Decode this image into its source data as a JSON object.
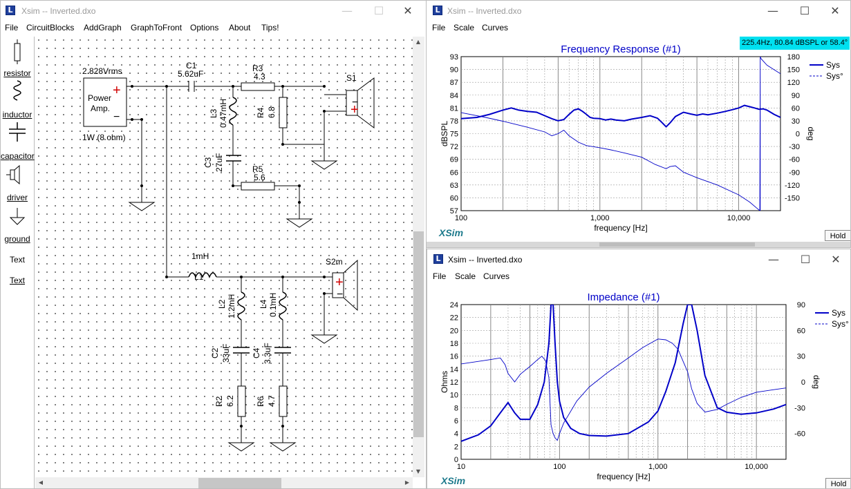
{
  "windows": {
    "schematic": {
      "title": "Xsim -- Inverted.dxo",
      "menu": [
        "File",
        "CircuitBlocks",
        "AddGraph",
        "GraphToFront",
        "Options",
        "About",
        "Tips!"
      ]
    },
    "freq": {
      "title": "Xsim -- Inverted.dxo",
      "menu": [
        "File",
        "Scale",
        "Curves"
      ]
    },
    "imp": {
      "title": "Xsim -- Inverted.dxo",
      "menu": [
        "File",
        "Scale",
        "Curves"
      ]
    }
  },
  "palette": {
    "resistor": "resistor",
    "inductor": "inductor",
    "capacitor": "capacitor",
    "driver": "driver",
    "ground": "ground",
    "text_plain": "Text",
    "text_link": "Text"
  },
  "circuit": {
    "amp": {
      "voltage": "2.828Vrms",
      "label1": "Power",
      "label2": "Amp.",
      "note": "1W (8 ohm)",
      "plus": "+",
      "minus": "−"
    },
    "c1": {
      "name": "C1",
      "value": "5.62uF"
    },
    "r3": {
      "name": "R3",
      "value": "4.3"
    },
    "l3": {
      "name": "L3",
      "value": "0.47mH"
    },
    "r4": {
      "name": "R4",
      "value": "6.8"
    },
    "c3": {
      "name": "C3",
      "value": "27uF"
    },
    "r5": {
      "name": "R5",
      "value": "5.6"
    },
    "s1": {
      "name": "S1"
    },
    "l1": {
      "name": "L1",
      "value": "1mH"
    },
    "l2": {
      "name": "L2",
      "value": "1.2mH"
    },
    "l4": {
      "name": "L4",
      "value": "0.1mH"
    },
    "c2": {
      "name": "C2",
      "value": "33uF"
    },
    "c4": {
      "name": "C4",
      "value": "3.3uF"
    },
    "r2": {
      "name": "R2",
      "value": "6.2"
    },
    "r6": {
      "name": "R6",
      "value": "4.7"
    },
    "s2": {
      "name": "S2m"
    },
    "driver_plus": "+",
    "driver_minus": "−"
  },
  "graphs": {
    "freq": {
      "title": "Frequency Response (#1)",
      "cursor": "225.4Hz, 80.84 dBSPL or 58.4°",
      "xlabel": "frequency [Hz]",
      "ylabel": "dBSPL",
      "y2label": "deg",
      "logo": "XSim",
      "hold": "Hold",
      "legend": [
        "Sys",
        "Sys°"
      ]
    },
    "imp": {
      "title": "Impedance (#1)",
      "xlabel": "frequency [Hz]",
      "ylabel": "Ohms",
      "y2label": "deg",
      "logo": "XSim",
      "hold": "Hold",
      "legend": [
        "Sys",
        "Sys°"
      ]
    }
  },
  "chart_data": [
    {
      "type": "line",
      "title": "Frequency Response (#1)",
      "xlabel": "frequency [Hz]",
      "ylabel": "dBSPL",
      "y2label": "deg",
      "xscale": "log",
      "xlim": [
        100,
        20000
      ],
      "ylim": [
        57,
        93
      ],
      "y2lim": [
        -180,
        180
      ],
      "xticks": [
        100,
        1000,
        10000
      ],
      "xticklabels": [
        "100",
        "1,000",
        "10,000"
      ],
      "yticks": [
        57,
        60,
        63,
        66,
        69,
        72,
        75,
        78,
        81,
        84,
        87,
        90,
        93
      ],
      "y2ticks": [
        -150,
        -120,
        -90,
        -60,
        -30,
        0,
        30,
        60,
        90,
        120,
        150,
        180
      ],
      "legend": "top-right",
      "grid": true,
      "series": [
        {
          "name": "Sys",
          "axis": "left",
          "color": "#0000c8",
          "x": [
            100,
            130,
            160,
            200,
            230,
            260,
            300,
            350,
            400,
            450,
            500,
            550,
            600,
            650,
            700,
            750,
            800,
            850,
            900,
            1000,
            1100,
            1200,
            1300,
            1500,
            1700,
            2000,
            2300,
            2600,
            2800,
            3000,
            3200,
            3500,
            4000,
            4500,
            5000,
            5500,
            6000,
            7000,
            8000,
            9000,
            10000,
            11000,
            12000,
            13000,
            14000,
            15000,
            16000,
            18000,
            20000
          ],
          "y": [
            78.5,
            78.8,
            79.5,
            80.5,
            81,
            80.5,
            80.2,
            80,
            79.2,
            78.5,
            78,
            78.3,
            79.5,
            80.5,
            80.8,
            80.2,
            79.5,
            78.8,
            78.6,
            78.5,
            78.2,
            78.4,
            78.2,
            78,
            78.4,
            78.8,
            79.2,
            78.6,
            77.6,
            76.6,
            77.5,
            79,
            80,
            79.6,
            79.3,
            79.6,
            79.4,
            79.8,
            80.2,
            80.6,
            81,
            81.6,
            81.3,
            81,
            80.7,
            80.8,
            80.5,
            79.5,
            78.8
          ]
        },
        {
          "name": "Sys°",
          "axis": "right",
          "color": "#0000c8",
          "x": [
            100,
            150,
            200,
            300,
            400,
            450,
            500,
            550,
            600,
            700,
            800,
            1000,
            1200,
            1500,
            2000,
            2500,
            3000,
            3200,
            3500,
            4000,
            5000,
            7000,
            10000,
            12000,
            13500,
            14200,
            14300,
            14500,
            16000,
            20000
          ],
          "y": [
            49,
            38,
            29,
            15,
            4,
            -5,
            0,
            8,
            -5,
            -20,
            -28,
            -33,
            -38,
            -45,
            -55,
            -72,
            -82,
            -77,
            -75,
            -90,
            -103,
            -120,
            -143,
            -160,
            -174,
            -180,
            180,
            175,
            160,
            140
          ]
        }
      ]
    },
    {
      "type": "line",
      "title": "Impedance (#1)",
      "xlabel": "frequency [Hz]",
      "ylabel": "Ohms",
      "y2label": "deg",
      "xscale": "log",
      "xlim": [
        10,
        20000
      ],
      "ylim": [
        0,
        24
      ],
      "y2lim": [
        -90,
        90
      ],
      "xticks": [
        10,
        100,
        1000,
        10000
      ],
      "xticklabels": [
        "10",
        "100",
        "1,000",
        "10,000"
      ],
      "yticks": [
        0,
        2,
        4,
        6,
        8,
        10,
        12,
        14,
        16,
        18,
        20,
        22,
        24
      ],
      "y2ticks": [
        -60,
        -30,
        0,
        30,
        60,
        90
      ],
      "legend": "top-right",
      "grid": true,
      "series": [
        {
          "name": "Sys",
          "axis": "left",
          "color": "#0000c8",
          "x": [
            10,
            15,
            20,
            25,
            30,
            35,
            40,
            50,
            60,
            70,
            78,
            82,
            86,
            90,
            95,
            100,
            110,
            130,
            160,
            200,
            300,
            500,
            800,
            1000,
            1200,
            1500,
            1800,
            2000,
            2200,
            2500,
            3000,
            4000,
            5000,
            7000,
            10000,
            15000,
            20000
          ],
          "y": [
            2.8,
            3.8,
            5.2,
            7.2,
            8.8,
            7.2,
            6.2,
            6.2,
            8.5,
            12,
            18,
            24,
            24,
            18,
            12,
            9,
            6.5,
            4.8,
            4,
            3.7,
            3.6,
            4,
            5.8,
            7.5,
            10.5,
            15,
            21,
            24,
            24,
            20,
            13,
            8,
            7.3,
            7,
            7.2,
            7.8,
            8.5
          ]
        },
        {
          "name": "Sys°",
          "axis": "right",
          "color": "#0000c8",
          "x": [
            10,
            20,
            25,
            28,
            30,
            35,
            40,
            50,
            60,
            66,
            72,
            78,
            82,
            86,
            90,
            95,
            100,
            110,
            150,
            200,
            300,
            500,
            700,
            1000,
            1200,
            1400,
            1600,
            1800,
            2000,
            2200,
            2500,
            3000,
            4000,
            5000,
            7000,
            10000,
            15000,
            20000
          ],
          "y": [
            21,
            26,
            28,
            20,
            10,
            0,
            9,
            18,
            26,
            30,
            25,
            5,
            -50,
            -60,
            -65,
            -68,
            -60,
            -48,
            -22,
            -6,
            10,
            28,
            40,
            50,
            49,
            45,
            38,
            24,
            12,
            -8,
            -25,
            -35,
            -32,
            -26,
            -18,
            -12,
            -9,
            -7
          ]
        }
      ]
    }
  ]
}
